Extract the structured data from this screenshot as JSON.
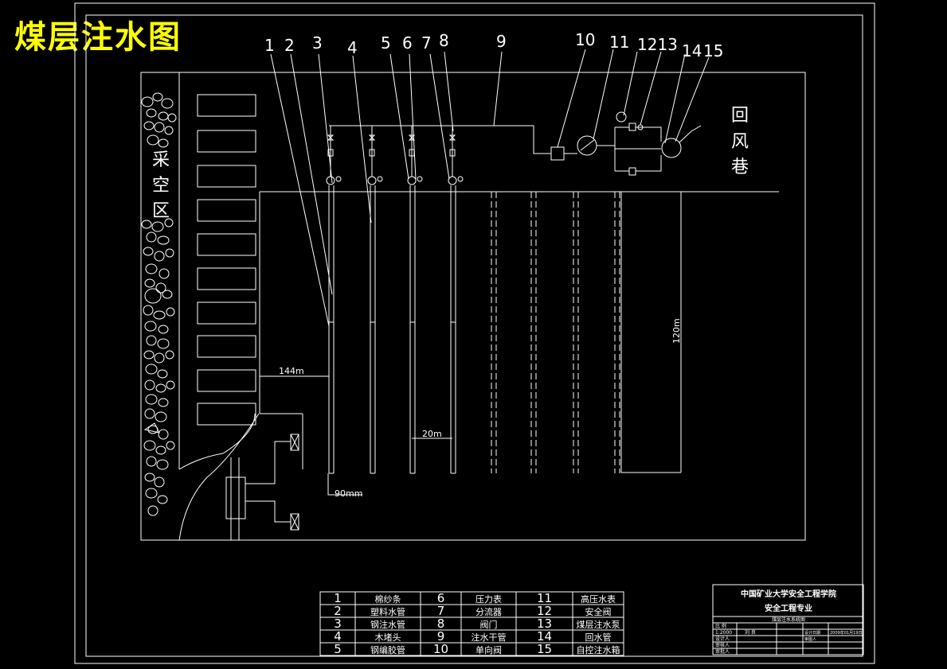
{
  "title": "煤层注水图",
  "callouts": [
    "1",
    "2",
    "3",
    "4",
    "5",
    "6",
    "7",
    "8",
    "9",
    "10",
    "11",
    "1213",
    "14",
    "15"
  ],
  "labels": {
    "goaf": [
      "采",
      "空",
      "区"
    ],
    "return_airway": [
      "回",
      "风",
      "巷"
    ],
    "dim_144": "144m",
    "dim_120": "120m",
    "dim_20": "20m",
    "dim_90": "90mm"
  },
  "legend": [
    [
      "1",
      "棉纱条",
      "6",
      "压力表",
      "11",
      "高压水表"
    ],
    [
      "2",
      "塑料水管",
      "7",
      "分流器",
      "12",
      "安全阀"
    ],
    [
      "3",
      "钢注水管",
      "8",
      "阀门",
      "13",
      "煤层注水泵"
    ],
    [
      "4",
      "木堵头",
      "9",
      "注水干管",
      "14",
      "回水管"
    ],
    [
      "5",
      "钢编胶管",
      "10",
      "单向阀",
      "15",
      "自控注水箱"
    ]
  ],
  "title_block": {
    "school": "中国矿业大学安全工程学院",
    "major": "安全工程专业",
    "drawing_name": "煤层注水系统图",
    "row_labels": [
      "设计人",
      "审核人",
      "审批人",
      "审图人"
    ],
    "row_values": [
      "刘  良",
      "",
      "",
      ""
    ],
    "date_label": "设计日期",
    "date": "2009年01月19日",
    "scale_label": "比  例",
    "scale": "1:2000"
  }
}
